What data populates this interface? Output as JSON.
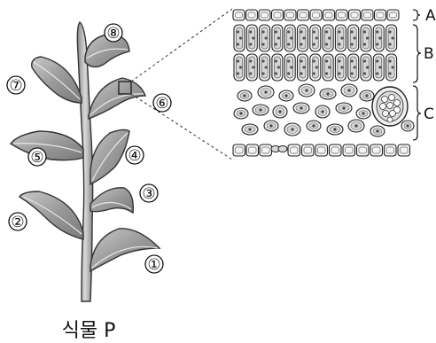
{
  "leaf_numbers": [
    "①",
    "②",
    "③",
    "④",
    "⑤",
    "⑥",
    "⑦",
    "⑧"
  ],
  "tissue_labels": [
    "A",
    "B",
    "C"
  ],
  "caption": "식물 P"
}
